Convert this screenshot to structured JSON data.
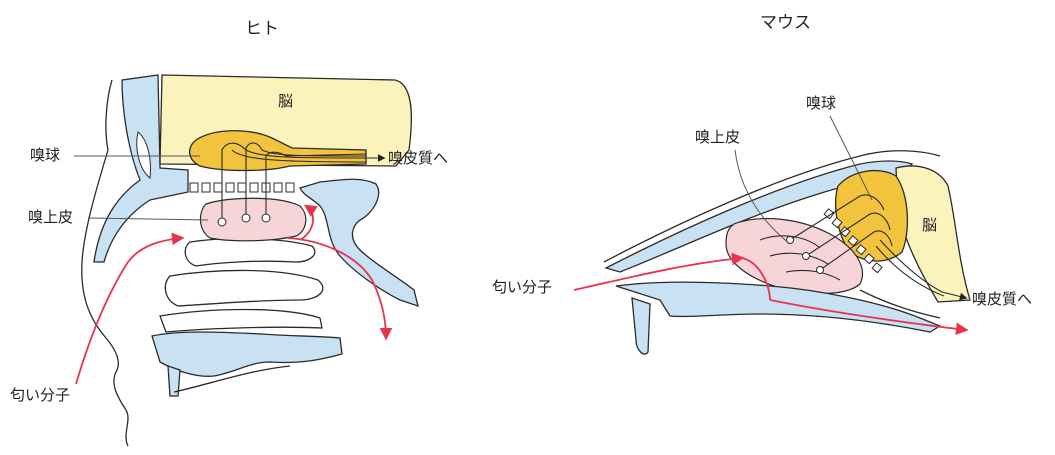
{
  "human": {
    "title": "ヒト",
    "brain": "脳",
    "bulb": "嗅球",
    "epithelium": "嗅上皮",
    "cortex": "嗅皮質へ",
    "molecule": "匂い分子"
  },
  "mouse": {
    "title": "マウス",
    "brain": "脳",
    "bulb": "嗅球",
    "epithelium": "嗅上皮",
    "cortex": "嗅皮質へ",
    "molecule": "匂い分子"
  },
  "colors": {
    "bone": "#c8e2f4",
    "brain": "#fbf3bb",
    "olfactory_bulb": "#f2c33c",
    "epithelium": "#f7d4d8",
    "airflow": "#e8334e"
  }
}
